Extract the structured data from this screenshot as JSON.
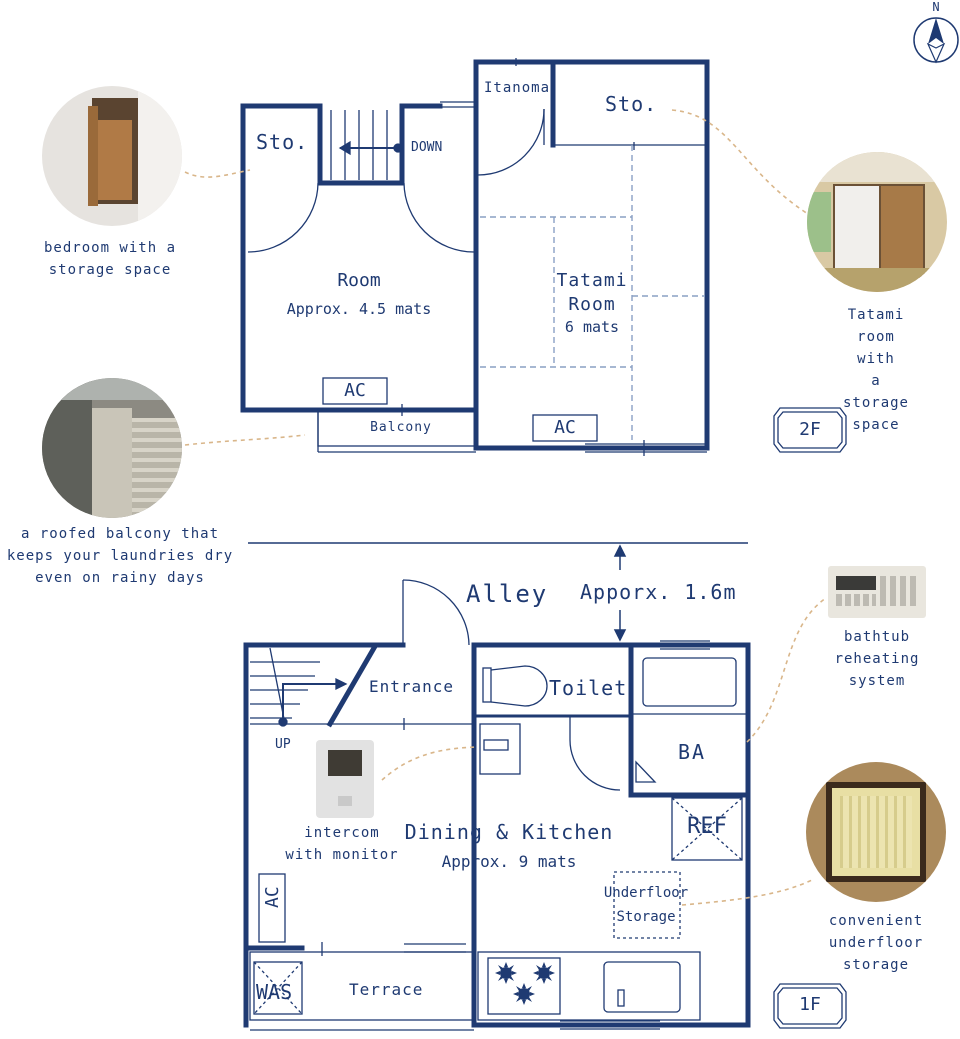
{
  "compass": {
    "label": "N"
  },
  "floors": {
    "second": "2F",
    "first": "1F"
  },
  "second_floor": {
    "sto_left": "Sto.",
    "down": "DOWN",
    "itanoma": "Itanoma",
    "sto_right": "Sto.",
    "room": {
      "name": "Room",
      "size": "Approx. 4.5 mats"
    },
    "tatami": {
      "line1": "Tatami",
      "line2": "Room",
      "size": "6 mats"
    },
    "ac_room": "AC",
    "ac_tatami": "AC",
    "balcony": "Balcony"
  },
  "alley": {
    "label": "Alley",
    "distance": "Apporx. 1.6m"
  },
  "first_floor": {
    "up": "UP",
    "entrance": "Entrance",
    "toilet": "Toilet",
    "bath": "BA",
    "ref": "REF",
    "dining": {
      "name": "Dining & Kitchen",
      "size": "Approx. 9 mats"
    },
    "underfloor": {
      "line1": "Underfloor",
      "line2": "Storage"
    },
    "ac": "AC",
    "was": "WAS",
    "terrace": "Terrace"
  },
  "captions": {
    "bedroom": [
      "bedroom with a",
      "storage space"
    ],
    "tatami": [
      "Tatami room with",
      "a storage space"
    ],
    "balcony": [
      "a roofed balcony that",
      "keeps your laundries dry",
      "even on rainy days"
    ],
    "bathtub": [
      "bathtub",
      "reheating",
      "system"
    ],
    "intercom": [
      "intercom",
      "with monitor"
    ],
    "underfloor": [
      "convenient",
      "underfloor",
      "storage"
    ]
  },
  "colors": {
    "wall": "#1f3a72",
    "dash": "#8aa0c4",
    "leader": "#d9b68a"
  }
}
